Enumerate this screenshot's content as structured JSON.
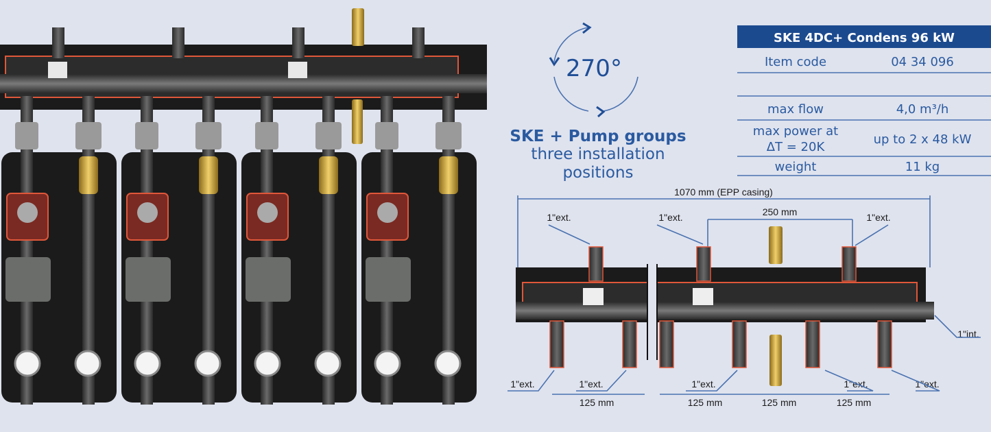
{
  "rotation": {
    "angle_label": "270°"
  },
  "caption": {
    "title": "SKE + Pump groups",
    "line2": "three installation",
    "line3": "positions"
  },
  "spec_table": {
    "header": "SKE 4DC+ Condens 96 kW",
    "rows": [
      {
        "label": "Item code",
        "value": "04 34 096"
      },
      {
        "label": "",
        "value": ""
      },
      {
        "label": "max flow",
        "value": "4,0 m³/h"
      },
      {
        "label_line1": "max power at",
        "label_line2": "ΔT = 20K",
        "value": "up to 2 x 48 kW"
      },
      {
        "label": "weight",
        "value": "11 kg"
      }
    ]
  },
  "dimensions": {
    "total": "1070 mm (EPP casing)",
    "top_spacing": "250 mm",
    "bottom_spacing": [
      "125 mm",
      "125 mm",
      "125 mm",
      "125 mm"
    ],
    "ext_label": "1\"ext.",
    "int_label": "1\"int."
  },
  "colors": {
    "accent": "#1f4e96",
    "header_bg": "#1c4a8f",
    "background": "#dfe3ee",
    "casing": "#1b1b1b",
    "seal": "#e0573a",
    "brass": "#c9a23a"
  }
}
